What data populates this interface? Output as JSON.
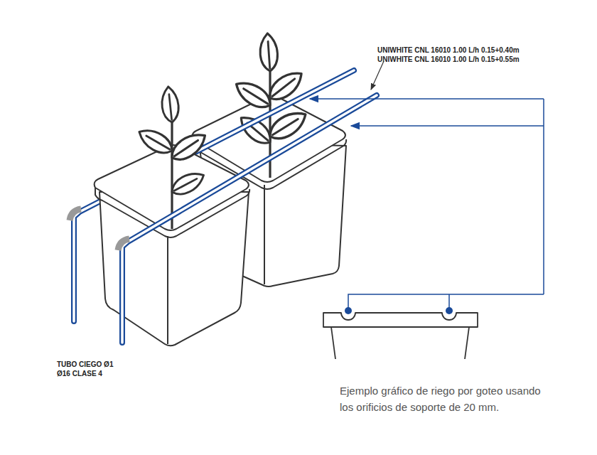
{
  "diagram": {
    "caption": "Ejemplo gráfico de riego por goteo usando los orificios de soporte de 20 mm.",
    "labels": [
      "UNIWHITE CNL 16010 1.00 L/h 0.15+0.40m",
      "UNIWHITE CNL 16010 1.00 L/h 0.15+0.55m",
      "TUBO CIEGO Ø1 Ø16 CLASE 4"
    ]
  }
}
